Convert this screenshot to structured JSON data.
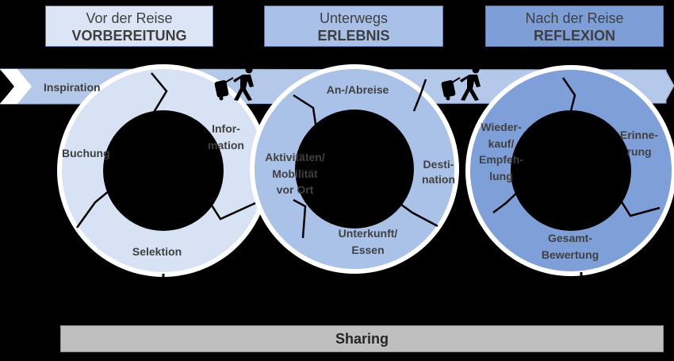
{
  "phases": [
    {
      "line1": "Vor der Reise",
      "line2": "VORBEREITUNG"
    },
    {
      "line1": "Unterwegs",
      "line2": "ERLEBNIS"
    },
    {
      "line1": "Nach der Reise",
      "line2": "REFLEXION"
    }
  ],
  "cycles": {
    "preparation": {
      "inspiration": "Inspiration",
      "information_1": "Infor-",
      "information_2": "mation",
      "booking": "Buchung",
      "selection": "Selektion"
    },
    "experience": {
      "travel": "An-/Abreise",
      "destination_1": "Desti-",
      "destination_2": "nation",
      "activities_1": "Aktivitäten/",
      "activities_2": "Mobilität",
      "activities_3": "vor Ort",
      "lodging_1": "Unterkunft/",
      "lodging_2": "Essen"
    },
    "reflection": {
      "rebuy_1": "Wieder-",
      "rebuy_2": "kauf/",
      "rebuy_3": "Empfeh-",
      "rebuy_4": "lung",
      "memory_1": "Erinne-",
      "memory_2": "rung",
      "overall_1": "Gesamt-",
      "overall_2": "Bewertung"
    }
  },
  "footer": {
    "sharing": "Sharing"
  },
  "icons": [
    "traveler-with-suitcase-icon",
    "traveler-with-suitcase-icon"
  ],
  "colors": {
    "phase1": "#dbe5f5",
    "phase2": "#a9c1e8",
    "phase3": "#7e9ed8",
    "arrow": "#b4c8ea",
    "sharing": "#bfbfbf"
  }
}
